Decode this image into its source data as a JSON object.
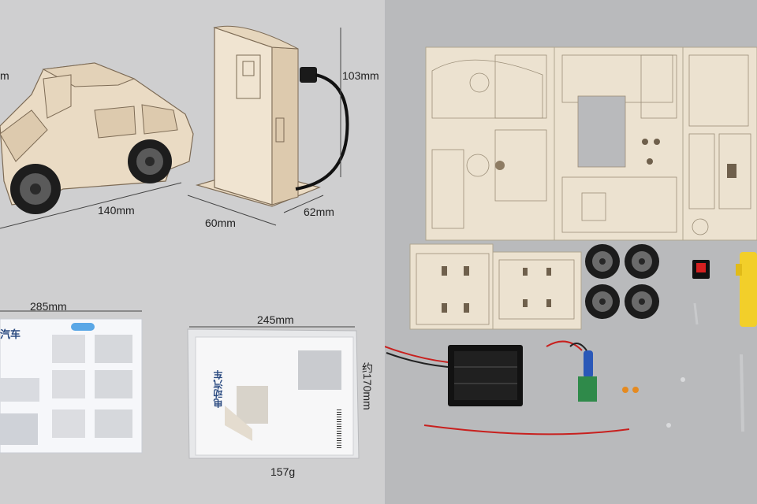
{
  "dimensions": {
    "car_height_partial": "m",
    "car_length": "140mm",
    "station_height": "103mm",
    "station_width": "60mm",
    "station_depth": "62mm",
    "manual_width": "285mm",
    "pack_width": "245mm",
    "pack_height": "约170mm",
    "weight": "157g"
  },
  "labels": {
    "manual_title": "汽车",
    "booklet_title": "电动汽车"
  },
  "colors": {
    "left_background": "#cfcfd0",
    "right_background": "#b9babc",
    "wood": "#eadbc4",
    "wheel": "#1d1d1d",
    "wire_red": "#c8201e",
    "capacitor": "#2a58b8",
    "pcb": "#2f8a4a",
    "motor_yellow": "#f2cf2a"
  },
  "icons": {
    "car_model": "wooden-car-icon",
    "charging_station": "charging-station-icon",
    "instruction_sheet": "instruction-sheet-icon",
    "packaged_kit": "packaged-kit-icon",
    "wood_boards": "laser-cut-boards-icon",
    "wheels": "wheel-icon",
    "battery_box": "battery-box-icon",
    "switch": "rocker-switch-icon",
    "motor": "gear-motor-icon"
  }
}
